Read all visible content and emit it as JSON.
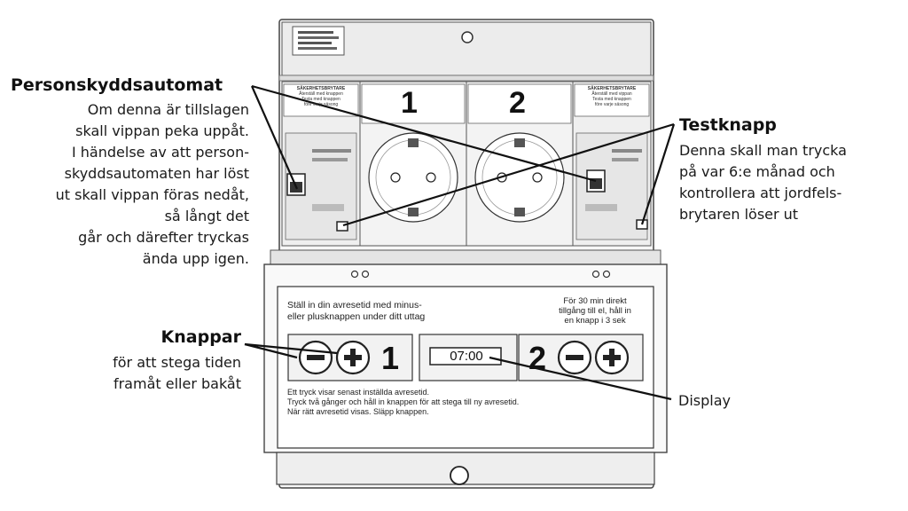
{
  "labels": {
    "personskydd": {
      "title": "Personskyddsautomat",
      "lines": [
        "Om denna är tillslagen",
        "skall vippan peka uppåt.",
        "I händelse av att person-",
        "skyddsautomaten har löst",
        "ut skall vippan föras nedåt,",
        "så långt det",
        "går  och därefter tryckas",
        "ända upp igen."
      ]
    },
    "testknapp": {
      "title": "Testknapp",
      "lines": [
        "Denna skall man trycka",
        "på var 6:e månad och",
        "kontrollera att jordfels-",
        "brytaren löser ut"
      ]
    },
    "knappar": {
      "title": "Knappar",
      "lines": [
        "för att stega tiden",
        "framåt eller bakåt"
      ]
    },
    "display": {
      "title": "Display"
    }
  },
  "device": {
    "sockets": [
      "1",
      "2"
    ],
    "breaker_left": {
      "title": "SÄKERHETSBRYTARE",
      "lines": [
        "Återställ med knappen",
        "Testa med knappen",
        "före varje säsong"
      ]
    },
    "breaker_right": {
      "title": "SÄKERHETSBRYTARE",
      "lines": [
        "Återställ med vippan",
        "Testa med knappen",
        "före varje säsong"
      ]
    },
    "panel": {
      "instruction_lines": [
        "Ställ in din avresetid med minus-",
        "eller plusknappen under ditt uttag"
      ],
      "direct_lines": [
        "För 30 min direkt",
        "tillgång till el, håll in",
        "en knapp i 3 sek"
      ],
      "display_value": "07:00",
      "outlet_left": "1",
      "outlet_right": "2",
      "bottom_lines": [
        "Ett tryck visar senast inställda avresetid.",
        "Tryck två gånger och håll in knappen för att stega till ny avresetid.",
        "När rätt avresetid visas. Släpp knappen."
      ]
    }
  }
}
